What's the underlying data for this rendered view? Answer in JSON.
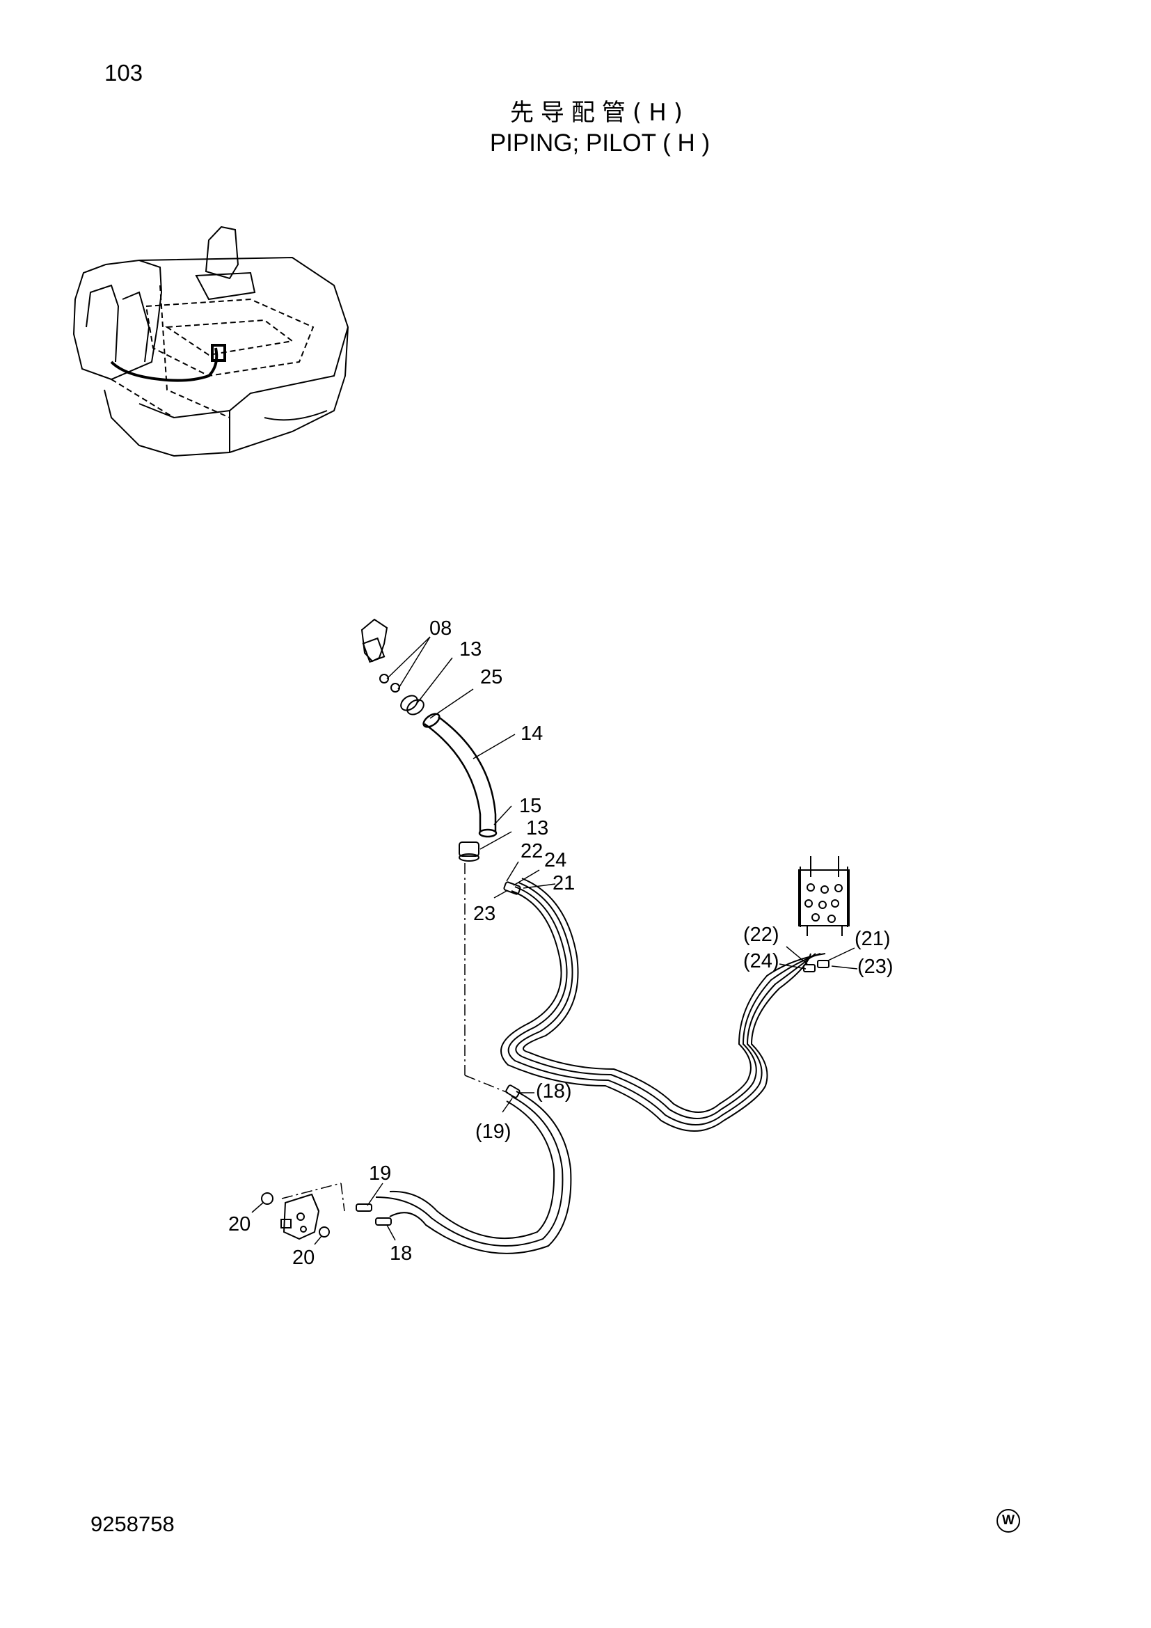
{
  "header": {
    "page_number": "103",
    "title_cn": "先导配管(H)",
    "title_en": "PIPING; PILOT ( H )"
  },
  "footer": {
    "doc_number": "9258758",
    "mark": "W"
  },
  "callouts": {
    "c08": "08",
    "c13a": "13",
    "c25": "25",
    "c14": "14",
    "c15": "15",
    "c13b": "13",
    "c22": "22",
    "c24": "24",
    "c21": "21",
    "c23": "23",
    "c22p": "(22)",
    "c24p": "(24)",
    "c21p": "(21)",
    "c23p": "(23)",
    "c18p": "(18)",
    "c19p": "(19)",
    "c19": "19",
    "c20a": "20",
    "c20b": "20",
    "c18": "18"
  }
}
